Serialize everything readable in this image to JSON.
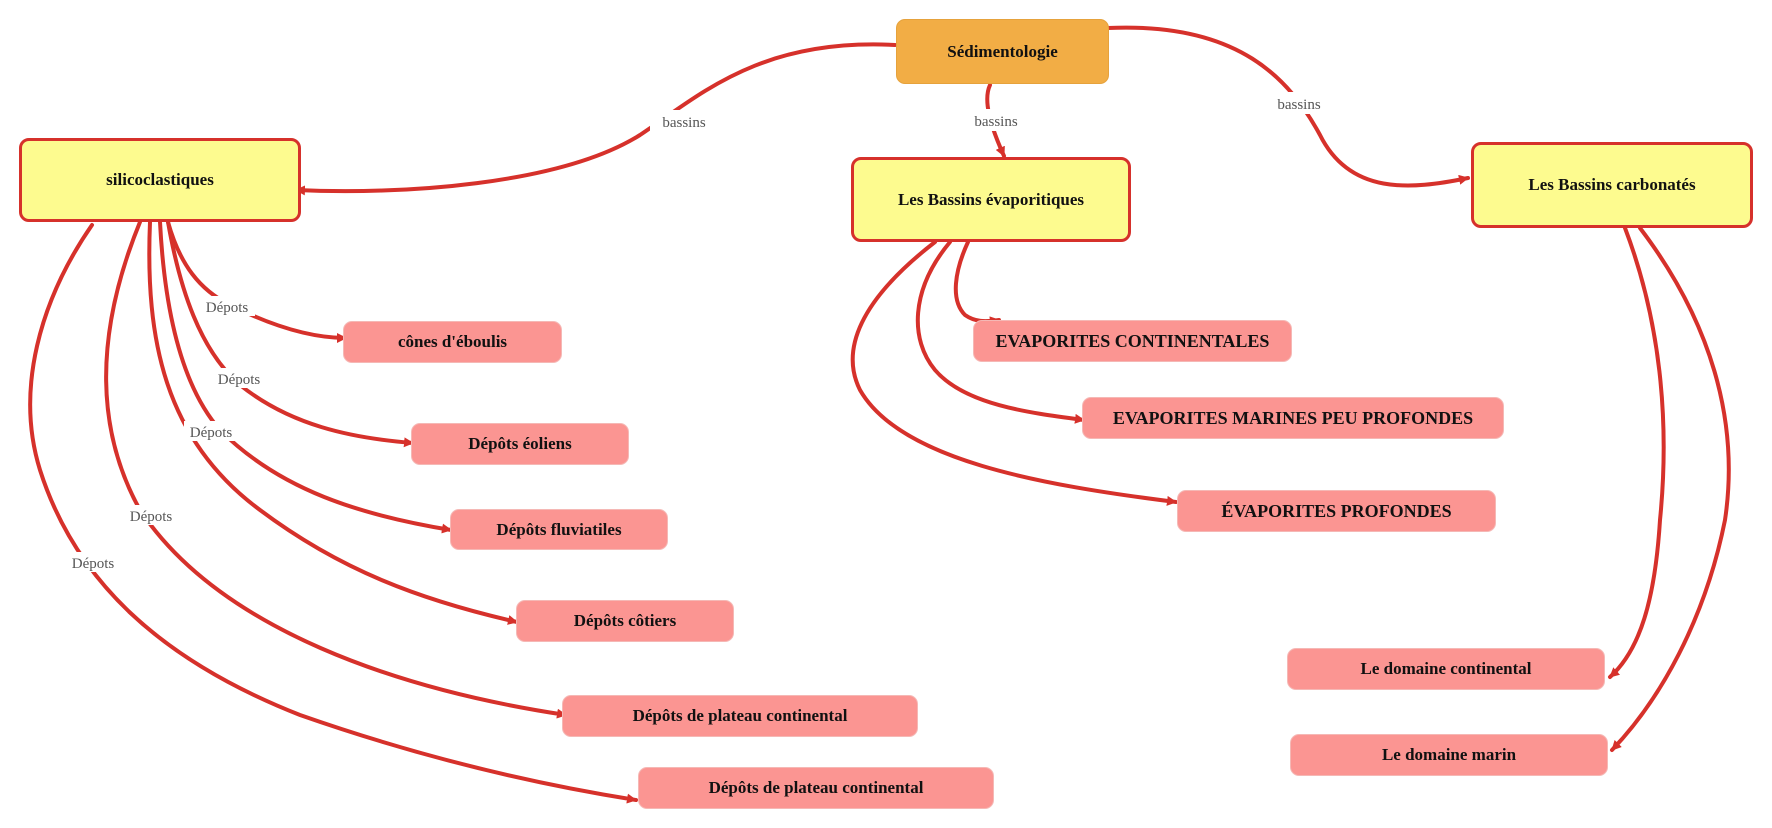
{
  "root": {
    "label": "Sédimentologie"
  },
  "categories": [
    {
      "id": "silico",
      "label": "silicoclastiques",
      "edge_label": "bassins"
    },
    {
      "id": "evap",
      "label": "Les Bassins évaporitiques",
      "edge_label": "bassins"
    },
    {
      "id": "carb",
      "label": "Les Bassins carbonatés",
      "edge_label": "bassins"
    }
  ],
  "silico_children": [
    {
      "label": "cônes d'éboulis",
      "edge_label": "Dépots"
    },
    {
      "label": "Dépôts éoliens",
      "edge_label": "Dépots"
    },
    {
      "label": "Dépôts fluviatiles",
      "edge_label": "Dépots"
    },
    {
      "label": "Dépôts côtiers",
      "edge_label": ""
    },
    {
      "label": "Dépôts de plateau continental",
      "edge_label": "Dépots"
    },
    {
      "label": "Dépôts de plateau continental",
      "edge_label": "Dépots"
    }
  ],
  "evap_children": [
    {
      "label": "EVAPORITES CONTINENTALES"
    },
    {
      "label": "EVAPORITES MARINES PEU PROFONDES"
    },
    {
      "label": "ÉVAPORITES PROFONDES"
    }
  ],
  "carb_children": [
    {
      "label": "Le domaine continental"
    },
    {
      "label": "Le domaine marin"
    }
  ],
  "colors": {
    "edge": "#d6312b",
    "root_fill": "#f2ad45",
    "category_fill": "#fdfb8f",
    "leaf_fill": "#fb9592"
  }
}
